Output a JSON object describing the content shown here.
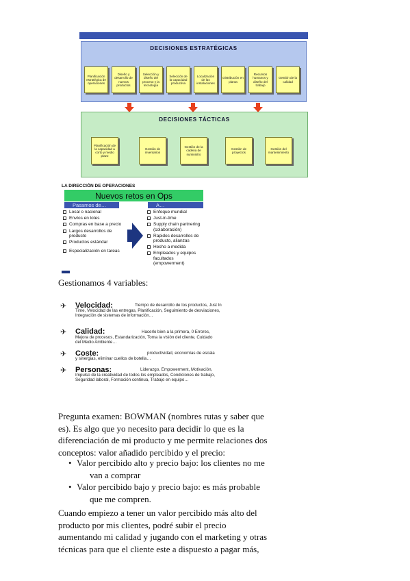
{
  "diagram": {
    "strategic_title": "DECISIONES ESTRATÉGICAS",
    "strategic_items": [
      "Planificación estratégica de operaciones",
      "Diseño y desarrollo de nuevos productos",
      "Selección y diseño del proceso y la tecnología",
      "Selección de la capacidad productiva",
      "Localización de las instalaciones",
      "Distribución en planta",
      "Recursos humanos y diseño del trabajo",
      "Gestión de la calidad"
    ],
    "tactical_title": "DECISIONES TÁCTICAS",
    "tactical_items": [
      "Planificación de la capacidad a corto y medio plazo",
      "Gestión de inventarios",
      "Gestión de la cadena de suministro",
      "Gestión de proyectos",
      "Gestión del mantenimiento"
    ],
    "arrow_color": "#e8401c"
  },
  "ops": {
    "header": "LA DIRECCIÓN DE OPERACIONES",
    "banner": "Nuevos retos en Ops",
    "from_label": "Pasamos de…",
    "to_label": "A…",
    "from_items": [
      "Local o nacional",
      "Envíos en lotes",
      "Compras en base a precio",
      "Largos desarrollos de producto",
      "Productos estándar",
      "Especialización en tareas"
    ],
    "to_items": [
      "Enfoque mundial",
      "Just-in-time",
      "Supply chain partnering (colaboración)",
      "Rapidos desarrollos de producto, alianzas",
      "Hecho a medida",
      "Empleados y equipos facultados (empowerment)"
    ]
  },
  "variables_intro": "Gestionamos 4 variables:",
  "variables": [
    {
      "icon": "airplane-icon",
      "name": "Velocidad:",
      "desc": "Tiempo de desarrollo de los productos, Just In Time, Velocidad de las entregas, Planificación, Seguimiento de desviaciones, Integración de sistemas de información…"
    },
    {
      "icon": "airplane-icon",
      "name": "Calidad:",
      "desc": "Hacerlo bien a la primera, 0 Errores, Mejora de procesos, Estandarización, Toma la visión del cliente, Cuidado del Medio Ambiente…"
    },
    {
      "icon": "airplane-icon",
      "name": "Coste:",
      "desc": "productividad, economías de escala y sinergias, eliminar cuellos de botella…"
    },
    {
      "icon": "airplane-icon",
      "name": "Personas:",
      "desc": "Liderazgo, Empowerment, Motivación, Impulso de la creatividad de todos los empleados, Condiciones de trabajo, Seguridad laboral, Formación continua, Trabajo en equipo…"
    }
  ],
  "question": {
    "para1_lines": [
      "Pregunta examen: BOWMAN (nombres rutas y saber que",
      "es). Es algo que yo necesito para decidir lo que es la",
      "diferenciación de mi producto y me permite relaciones dos",
      "conceptos: valor añadido percibido y el precio:"
    ],
    "bullet_char": "•",
    "bullets": [
      [
        "Valor percibido alto y precio bajo: los clientes no me",
        "van a comprar"
      ],
      [
        "Valor percibido bajo y precio bajo: es más probable",
        "que me compren."
      ]
    ],
    "para2_lines": [
      "Cuando empiezo a tener un valor percibido más alto del",
      "producto por mis clientes, podré subir el precio",
      "aumentando mi calidad y jugando con el marketing y otras",
      "técnicas para que el cliente este a dispuesto a pagar más,"
    ]
  }
}
